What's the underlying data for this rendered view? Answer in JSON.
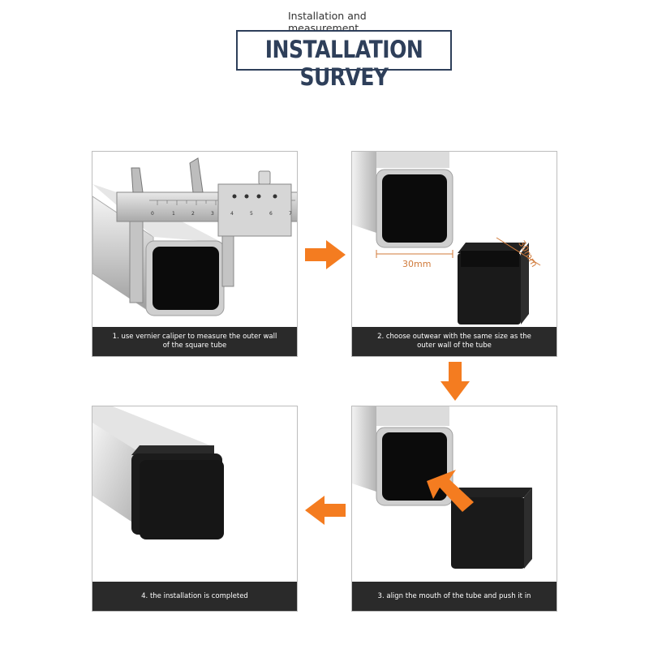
{
  "header": {
    "subtitle": "Installation and measurement",
    "title": "INSTALLATION SURVEY"
  },
  "steps": [
    {
      "caption": "1. use vernier caliper to measure the outer wall of the square tube"
    },
    {
      "caption": "2. choose outwear with the same size as the outer wall of the tube"
    },
    {
      "caption": "3. align the mouth of the tube and push it in"
    },
    {
      "caption": "4. the installation is completed"
    }
  ],
  "dimensions": {
    "width_label": "30mm",
    "depth_label": "30mm"
  },
  "caliper_scale": [
    "0",
    "1",
    "2",
    "3",
    "4",
    "5",
    "6",
    "7"
  ],
  "colors": {
    "accent": "#f47c20",
    "title": "#2e3f5a",
    "caption_bg": "#2a2a2a"
  }
}
